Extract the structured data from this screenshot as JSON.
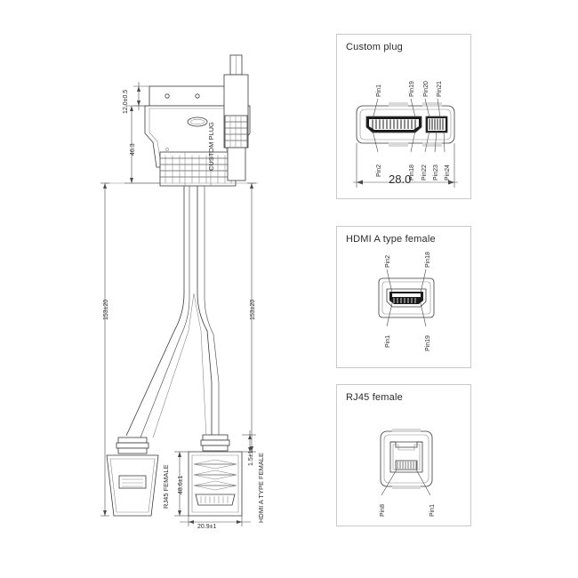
{
  "drawing": {
    "title_hidden": "",
    "assembly": {
      "labels": {
        "custom_plug_vertical": "CUSTOM PLUG",
        "rj45_female_vertical": "RJ45 FEMALE",
        "hdmi_female_vertical": "HDMI A TYPE FEMALE"
      },
      "dimensions": {
        "plug_top_width": "12.0±0.5",
        "plug_height": "46.3",
        "branch_left_length": "153±20",
        "branch_right_length": "153±20",
        "hdmi_body_height": "48.6±1",
        "hdmi_body_width": "20.9±1",
        "hdmi_neck": "1.5±1"
      }
    },
    "panels": [
      {
        "id": "custom-plug",
        "title": "Custom plug",
        "pins_top": [
          "Pin1",
          "Pin19",
          "Pin20",
          "Pin21"
        ],
        "pins_bottom": [
          "Pin2",
          "Pin18",
          "Pin22",
          "Pin23",
          "Pin24"
        ],
        "dimension": "28.0"
      },
      {
        "id": "hdmi-female",
        "title": "HDMI A type female",
        "pins_top": [
          "Pin2",
          "Pin18"
        ],
        "pins_bottom": [
          "Pin1",
          "Pin19"
        ]
      },
      {
        "id": "rj45-female",
        "title": "RJ45 female",
        "pins_bottom": [
          "Pin8",
          "Pin1"
        ]
      }
    ]
  },
  "colors": {
    "line": "#3a3a3a",
    "panel_border": "#c9c9c9",
    "text": "#2b2b2b",
    "background": "#ffffff"
  }
}
